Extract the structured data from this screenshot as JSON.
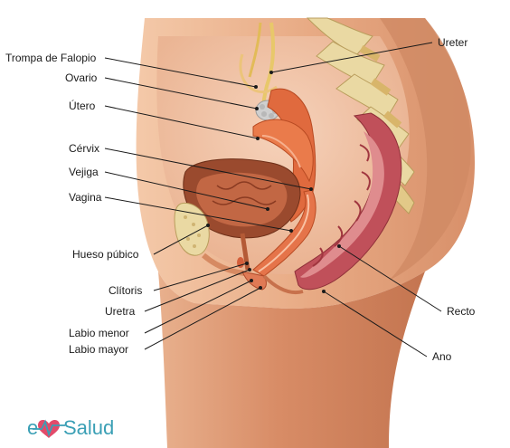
{
  "labels": {
    "ureter": "Ureter",
    "trompa": "Trompa de Falopio",
    "ovario": "Ovario",
    "utero": "Útero",
    "cervix": "Cérvix",
    "vejiga": "Vejiga",
    "vagina": "Vagina",
    "hueso": "Hueso púbico",
    "clitoris": "Clítoris",
    "uretra": "Uretra",
    "labio_menor": "Labio menor",
    "labio_mayor": "Labio mayor",
    "recto": "Recto",
    "ano": "Ano"
  },
  "logo": {
    "prefix": "e",
    "word": "Salud"
  },
  "colors": {
    "skin": "#e3a079",
    "skin_dark": "#c57e5a",
    "uterus": "#e06a3e",
    "bladder": "#9a4a2e",
    "rectum": "#c0505a",
    "bone": "#ead9a3",
    "nerve": "#e8c86a",
    "logo": "#3a9fb5"
  }
}
